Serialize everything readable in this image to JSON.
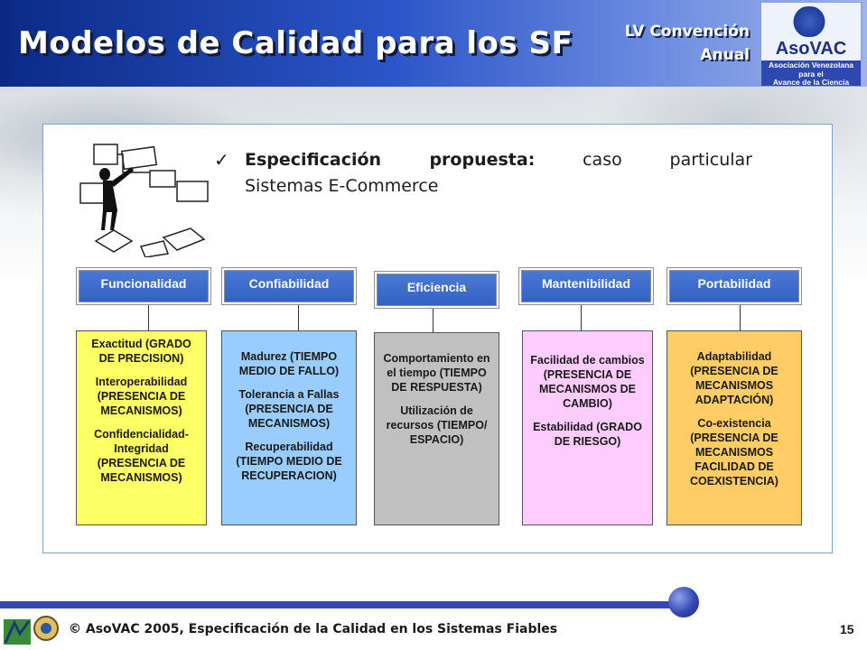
{
  "header": {
    "title": "Modelos de Calidad para los SF",
    "convention_line1": "LV Convención",
    "convention_line2": "Anual",
    "logo": {
      "name": "AsoVAC",
      "line1": "Asociación Venezolana",
      "line2": "para el",
      "line3": "Avance de la Ciencia"
    }
  },
  "bullet": {
    "strong": "Especificación propuesta:",
    "rest_line1": "caso particular",
    "line2": "Sistemas E-Commerce"
  },
  "categories": [
    {
      "title": "Funcionalidad",
      "items": [
        "Exactitud (GRADO DE PRECISION)",
        "Interoperabilidad (PRESENCIA DE MECANISMOS)",
        "Confidencialidad-Integridad (PRESENCIA DE MECANISMOS)"
      ]
    },
    {
      "title": "Confiabilidad",
      "items": [
        "Madurez (TIEMPO MEDIO DE FALLO)",
        "Tolerancia a Fallas (PRESENCIA DE MECANISMOS)",
        "Recuperabilidad (TIEMPO MEDIO DE RECUPERACION)"
      ]
    },
    {
      "title": "Eficiencia",
      "items": [
        "Comportamiento en el tiempo (TIEMPO DE RESPUESTA)",
        "Utilización de recursos (TIEMPO/ ESPACIO)"
      ]
    },
    {
      "title": "Mantenibilidad",
      "items": [
        "Facilidad de cambios (PRESENCIA DE MECANISMOS DE CAMBIO)",
        "Estabilidad (GRADO DE RIESGO)"
      ]
    },
    {
      "title": "Portabilidad",
      "items": [
        "Adaptabilidad (PRESENCIA DE MECANISMOS ADAPTACIÓN)",
        "Co-existencia (PRESENCIA DE MECANISMOS FACILIDAD DE COEXISTENCIA)"
      ]
    }
  ],
  "colors": {
    "funcionalidad": "#ffff66",
    "confiabilidad": "#99ccff",
    "eficiencia": "#c0c0c0",
    "mantenibilidad": "#ffccff",
    "portabilidad": "#ffcc66"
  },
  "footer": {
    "text": "© AsoVAC 2005, Especificación de la Calidad en los Sistemas Fiables",
    "page": "15"
  }
}
